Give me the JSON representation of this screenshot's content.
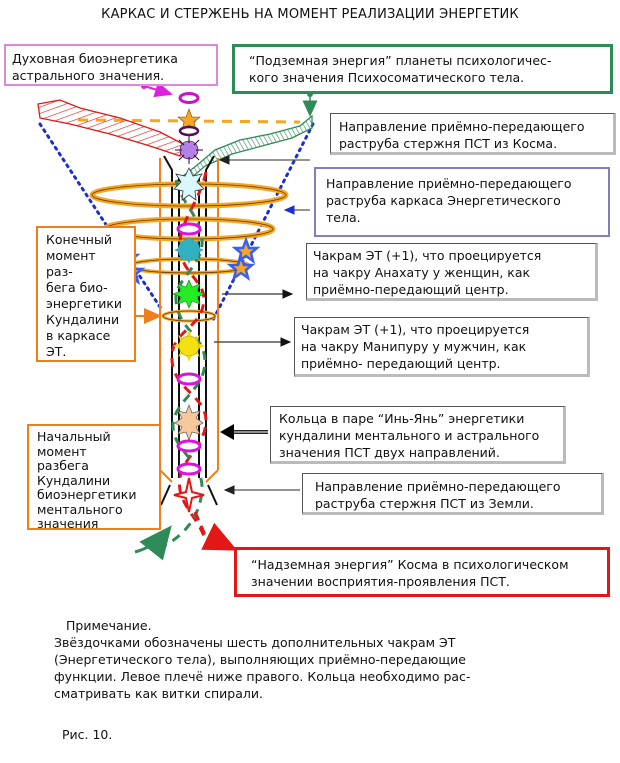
{
  "title": "КАРКАС И СТЕРЖЕНЬ НА МОМЕНТ РЕАЛИЗАЦИИ ЭНЕРГЕТИК",
  "colors": {
    "astral": "#cc44cc",
    "underground": "#2e8b57",
    "cosmos_red": "#e21818",
    "frame_orange": "#f07f1a",
    "ring_orange": "#f5a623",
    "dotted_blue": "#1a2fd0",
    "star_blue": "#3a5ff0",
    "gray_box": "#7d7d7d",
    "lavender_box": "#8080c0"
  },
  "labels": {
    "astral_bioenergy": "Духовная биоэнергетика\nастрального значения.",
    "underground_energy": "“Подземная энергия” планеты психологичес-\n кого значения Психосоматического тела.",
    "cosmos_funnel": "Направление приёмно-передающего\n раструба стержня ПСТ из Косма.",
    "frame_funnel": " Направление приёмно-передающего\n раструба каркаса Энергетического\nтела.",
    "chakra_anahata": " Чакрам ЭТ (+1), что проецируется\nна чакру Анахату у женщин, как\nприёмно-передающий центр.",
    "chakra_manipura": "Чакрам ЭТ (+1), что проецируется\nна чакру Манипуру у мужчин, как\nприёмно- передающий центр.",
    "yin_yang_rings": " Кольца в паре “Инь-Янь” энергетики\nкундалини ментального и астрального\nзначения ПСТ двух направлений.",
    "earth_funnel": "Направление приёмно-передающего\nраструба стержня ПСТ из Земли.",
    "final_moment": "Конечный\nмомент\nраз-\nбега био-\nэнергетики\nКундалини\nв каркасе\nЭТ.",
    "initial_moment": "  Начальный\nмомент\n разбега\nКундалини\n биоэнергетики\nментального\nзначения",
    "overground_energy": "“Надземная энергия” Косма в психологическом\n значении восприятия-проявления ПСТ."
  },
  "note": {
    "heading": "Примечание.",
    "body": "   Звёздочками обозначены шесть дополнительных чакрам ЭТ\n(Энергетического тела), выполняющих приёмно-передающие\nфункции. Левое плечё ниже правого. Кольца необходимо рас-\nсматривать как витки спирали."
  },
  "figure_caption": "Рис. 10."
}
